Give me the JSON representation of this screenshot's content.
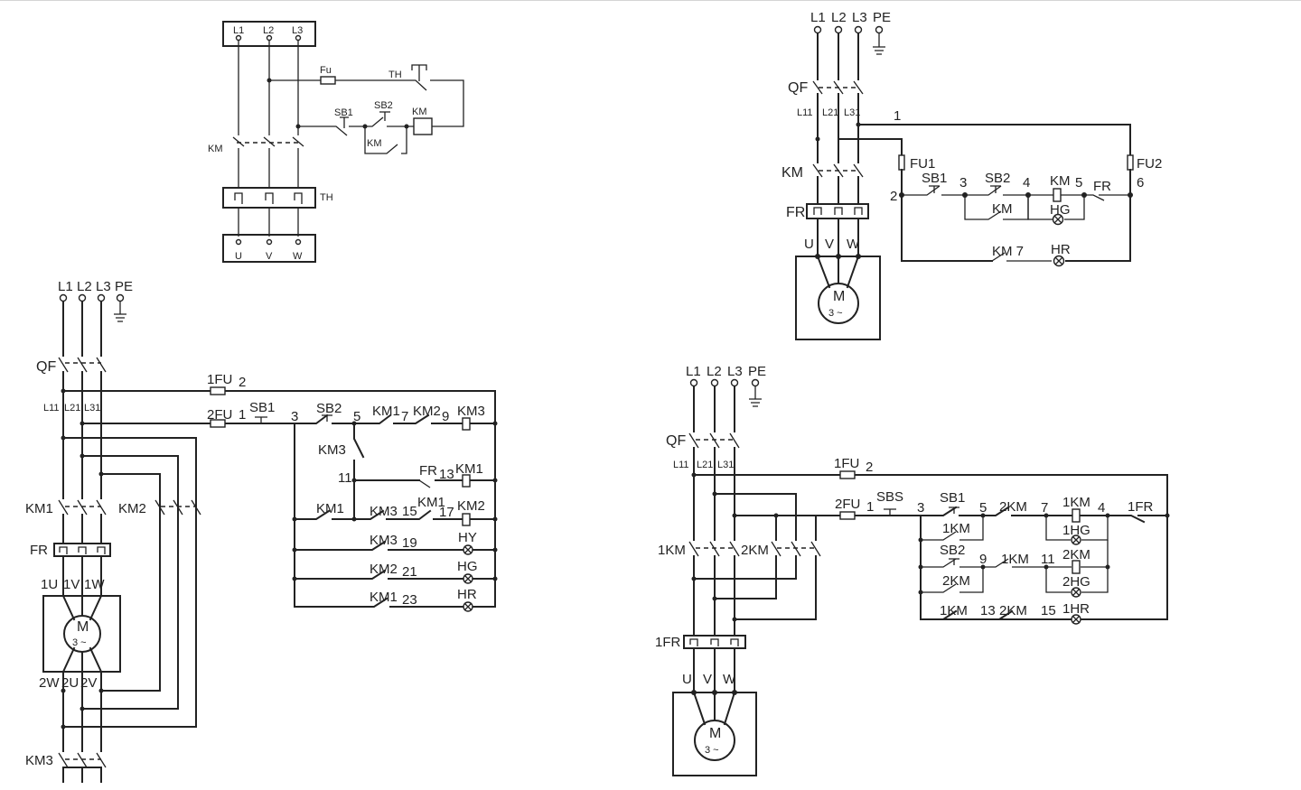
{
  "diagram_a": {
    "supply": [
      "L1",
      "L2",
      "L3"
    ],
    "fuse": "Fu",
    "overload": "TH",
    "stop_button": "SB1",
    "start_button": "SB2",
    "contactor": "KM",
    "contactor_aux": "KM",
    "main_contact": "KM",
    "overload_block": "TH",
    "outputs": [
      "U",
      "V",
      "W"
    ]
  },
  "diagram_b": {
    "supply": [
      "L1",
      "L2",
      "L3",
      "PE"
    ],
    "breaker": "QF",
    "lines": [
      "L11",
      "L21",
      "L31"
    ],
    "main_contact": "KM",
    "overload": "FR",
    "outputs": [
      "U",
      "V",
      "W"
    ],
    "motor": "M",
    "motor_sub": "3 ~",
    "node_1": "1",
    "node_2": "2",
    "node_3": "3",
    "node_4": "4",
    "node_5": "5",
    "node_6": "6",
    "fu1": "FU1",
    "fu2": "FU2",
    "sb1": "SB1",
    "sb2": "SB2",
    "km_hold": "KM",
    "km_coil": "KM",
    "fr_contact": "FR",
    "hg": "HG",
    "km7": "KM 7",
    "hr": "HR"
  },
  "diagram_c": {
    "supply": [
      "L1",
      "L2",
      "L3",
      "PE"
    ],
    "breaker": "QF",
    "lines": [
      "L11",
      "L21",
      "L31"
    ],
    "km1": "KM1",
    "km2": "KM2",
    "km3": "KM3",
    "fr": "FR",
    "motor_top": [
      "1U",
      "1V",
      "1W"
    ],
    "motor_bottom": [
      "2W",
      "2U",
      "2V"
    ],
    "motor": "M",
    "motor_sub": "3 ~",
    "fu1": "1FU",
    "fu1_node": "2",
    "fu2": "2FU",
    "fu2_node": "1",
    "sb1": "SB1",
    "node_3": "3",
    "sb2": "SB2",
    "node_5": "5",
    "r1_km1": "KM1",
    "r1_n7": "7",
    "r1_km2": "KM2",
    "r1_n9": "9",
    "r1_km3": "KM3",
    "r2_km3": "KM3",
    "r2_n11": "11",
    "r2_fr": "FR",
    "r2_n13": "13",
    "r2_km1": "KM1",
    "r3_km1": "KM1",
    "r3_km3": "KM3",
    "r3_n15": "15",
    "r3_km1b": "KM1",
    "r3_n17": "17",
    "r3_km2": "KM2",
    "r4_km3": "KM3",
    "r4_n19": "19",
    "r4_hy": "HY",
    "r5_km2": "KM2",
    "r5_n21": "21",
    "r5_hg": "HG",
    "r6_km1": "KM1",
    "r6_n23": "23",
    "r6_hr": "HR"
  },
  "diagram_d": {
    "supply": [
      "L1",
      "L2",
      "L3",
      "PE"
    ],
    "breaker": "QF",
    "lines": [
      "L11",
      "L21",
      "L31"
    ],
    "km1": "1KM",
    "km2": "2KM",
    "fr": "1FR",
    "outputs": [
      "U",
      "V",
      "W"
    ],
    "motor": "M",
    "motor_sub": "3 ~",
    "fu1": "1FU",
    "fu1_node": "2",
    "fu2": "2FU",
    "fu2_node": "1",
    "sbs": "SBS",
    "node_3": "3",
    "sb1": "SB1",
    "node_5": "5",
    "r1_2km": "2KM",
    "node_7": "7",
    "r1_1km": "1KM",
    "node_4": "4",
    "r1_1fr": "1FR",
    "r1_hold": "1KM",
    "r1_1hg": "1HG",
    "sb2": "SB2",
    "node_9": "9",
    "r2_1km": "1KM",
    "node_11": "11",
    "r2_2km": "2KM",
    "r2_hold": "2KM",
    "r2_2hg": "2HG",
    "r3_1km": "1KM",
    "node_13": "13",
    "r3_2km": "2KM",
    "node_15": "15",
    "r3_1hr": "1HR"
  }
}
